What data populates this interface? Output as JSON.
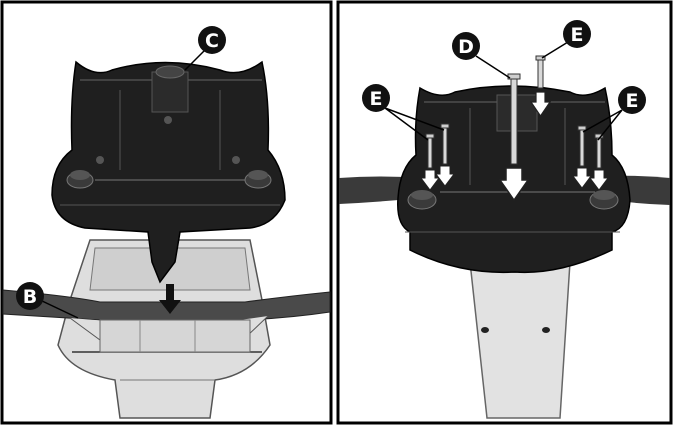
{
  "panels": [
    {
      "id": "left",
      "callouts": [
        {
          "id": "C",
          "label": "C"
        },
        {
          "id": "B",
          "label": "B"
        }
      ]
    },
    {
      "id": "right",
      "callouts": [
        {
          "id": "D",
          "label": "D"
        },
        {
          "id": "E-top",
          "label": "E"
        },
        {
          "id": "E-left",
          "label": "E"
        },
        {
          "id": "E-right",
          "label": "E"
        }
      ]
    }
  ],
  "colors": {
    "frame": "#000000",
    "background": "#ffffff",
    "seat_dark": "#1f1f1f",
    "seat_highlight": "#3a3a3a",
    "plastic_light": "#dedede",
    "plastic_mid": "#c8c8c8",
    "strap": "#444444",
    "callout_fill": "#111111"
  }
}
